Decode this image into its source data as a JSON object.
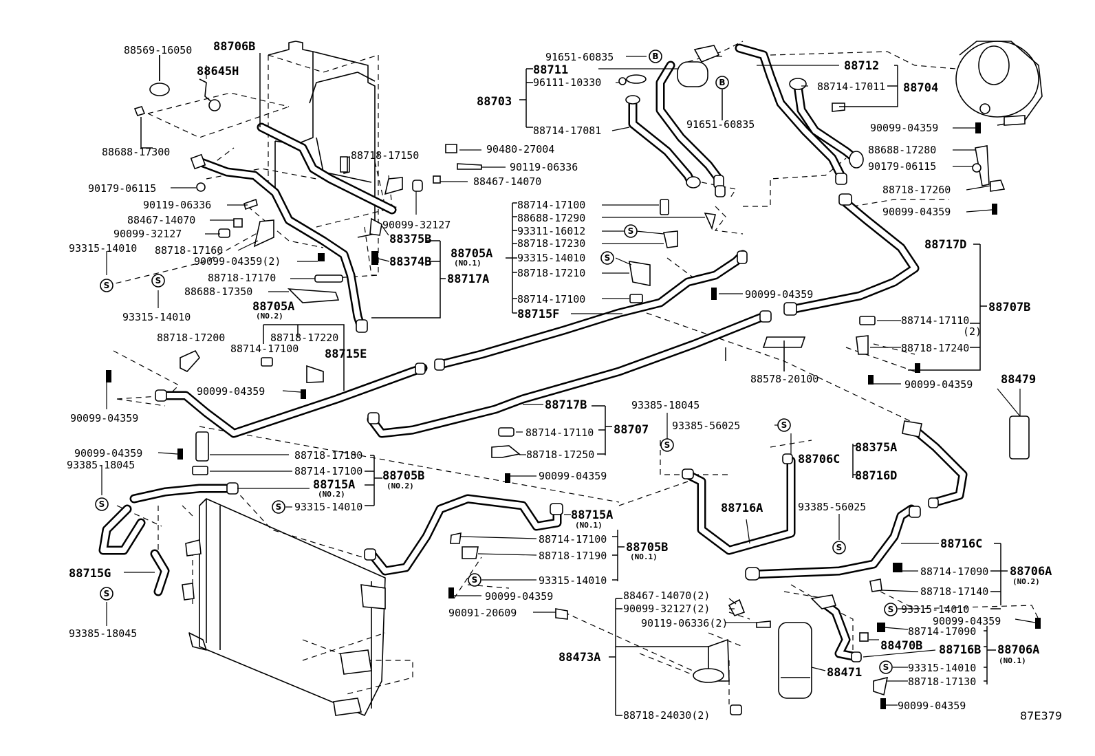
{
  "diagram_code": "87E379",
  "symbols": {
    "s": "S",
    "b": "B"
  },
  "labels": [
    {
      "id": "p88569_16050",
      "text": "88569-16050"
    },
    {
      "id": "p88706B",
      "text": "88706B"
    },
    {
      "id": "p88645H",
      "text": "88645H"
    },
    {
      "id": "p88688_17300",
      "text": "88688-17300"
    },
    {
      "id": "p90179_06115_l",
      "text": "90179-06115"
    },
    {
      "id": "p90119_06336_l",
      "text": "90119-06336"
    },
    {
      "id": "p88467_14070_l",
      "text": "88467-14070"
    },
    {
      "id": "p90099_32127_l",
      "text": "90099-32127"
    },
    {
      "id": "p93315_14010_a",
      "text": "93315-14010"
    },
    {
      "id": "p88718_17160",
      "text": "88718-17160"
    },
    {
      "id": "p90099_04359_2",
      "text": "90099-04359(2)"
    },
    {
      "id": "p88718_17170",
      "text": "88718-17170"
    },
    {
      "id": "p88688_17350",
      "text": "88688-17350"
    },
    {
      "id": "p93315_14010_b",
      "text": "93315-14010"
    },
    {
      "id": "p88705A_top",
      "text": "88705A"
    },
    {
      "id": "p88705A_top_no",
      "text": "(NO.2)"
    },
    {
      "id": "p88718_17200",
      "text": "88718-17200"
    },
    {
      "id": "p88718_17220",
      "text": "88718-17220"
    },
    {
      "id": "p88714_17100_a",
      "text": "88714-17100"
    },
    {
      "id": "p88715E",
      "text": "88715E"
    },
    {
      "id": "p90099_04359_a",
      "text": "90099-04359"
    },
    {
      "id": "p90099_04359_b",
      "text": "90099-04359"
    },
    {
      "id": "p88718_17150",
      "text": "88718-17150"
    },
    {
      "id": "p90480_27004",
      "text": "90480-27004"
    },
    {
      "id": "p90119_06336_m",
      "text": "90119-06336"
    },
    {
      "id": "p88467_14070_m",
      "text": "88467-14070"
    },
    {
      "id": "p90099_32127_m",
      "text": "90099-32127"
    },
    {
      "id": "p88375B",
      "text": "88375B"
    },
    {
      "id": "p88374B",
      "text": "88374B"
    },
    {
      "id": "p88705A_mid",
      "text": "88705A"
    },
    {
      "id": "p88705A_mid_no",
      "text": "(NO.1)"
    },
    {
      "id": "p88717A",
      "text": "88717A"
    },
    {
      "id": "p91651_60835_a",
      "text": "91651-60835"
    },
    {
      "id": "p88711",
      "text": "88711"
    },
    {
      "id": "p96111_10330",
      "text": "96111-10330"
    },
    {
      "id": "p88703",
      "text": "88703"
    },
    {
      "id": "p88714_17081",
      "text": "88714-17081"
    },
    {
      "id": "p91651_60835_b",
      "text": "91651-60835"
    },
    {
      "id": "p88712",
      "text": "88712"
    },
    {
      "id": "p88714_17011",
      "text": "88714-17011"
    },
    {
      "id": "p88704",
      "text": "88704"
    },
    {
      "id": "p90099_04359_r1",
      "text": "90099-04359"
    },
    {
      "id": "p88688_17280",
      "text": "88688-17280"
    },
    {
      "id": "p90179_06115_r",
      "text": "90179-06115"
    },
    {
      "id": "p88718_17260",
      "text": "88718-17260"
    },
    {
      "id": "p90099_04359_r2",
      "text": "90099-04359"
    },
    {
      "id": "p88714_17100_b",
      "text": "88714-17100"
    },
    {
      "id": "p88688_17290",
      "text": "88688-17290"
    },
    {
      "id": "p93311_16012",
      "text": "93311-16012"
    },
    {
      "id": "p88718_17230",
      "text": "88718-17230"
    },
    {
      "id": "p93315_14010_c",
      "text": "93315-14010"
    },
    {
      "id": "p88718_17210",
      "text": "88718-17210"
    },
    {
      "id": "p88714_17100_c",
      "text": "88714-17100"
    },
    {
      "id": "p88715F",
      "text": "88715F"
    },
    {
      "id": "p90099_04359_c",
      "text": "90099-04359"
    },
    {
      "id": "p88717D",
      "text": "88717D"
    },
    {
      "id": "p88707B",
      "text": "88707B"
    },
    {
      "id": "p88714_17110_r",
      "text": "88714-17110"
    },
    {
      "id": "p88714_17110_r_qty",
      "text": "(2)"
    },
    {
      "id": "p88718_17240",
      "text": "88718-17240"
    },
    {
      "id": "p90099_04359_r3",
      "text": "90099-04359"
    },
    {
      "id": "p88479",
      "text": "88479"
    },
    {
      "id": "p88578_20100",
      "text": "88578-20100"
    },
    {
      "id": "p88717B",
      "text": "88717B"
    },
    {
      "id": "p88714_17110_m",
      "text": "88714-17110"
    },
    {
      "id": "p88707",
      "text": "88707"
    },
    {
      "id": "p88718_17250",
      "text": "88718-17250"
    },
    {
      "id": "p90099_04359_d",
      "text": "90099-04359"
    },
    {
      "id": "p93385_18045_c",
      "text": "93385-18045"
    },
    {
      "id": "p93385_56025_a",
      "text": "93385-56025"
    },
    {
      "id": "p88706C",
      "text": "88706C"
    },
    {
      "id": "p88375A",
      "text": "88375A"
    },
    {
      "id": "p88716D",
      "text": "88716D"
    },
    {
      "id": "p88716A",
      "text": "88716A"
    },
    {
      "id": "p93385_56025_b",
      "text": "93385-56025"
    },
    {
      "id": "p88716C",
      "text": "88716C"
    },
    {
      "id": "p88714_17090_a",
      "text": "88714-17090"
    },
    {
      "id": "p88706A_no2",
      "text": "88706A"
    },
    {
      "id": "p88706A_no2_no",
      "text": "(NO.2)"
    },
    {
      "id": "p88718_17140",
      "text": "88718-17140"
    },
    {
      "id": "p93315_14010_r",
      "text": "93315-14010"
    },
    {
      "id": "p90099_04359_r4",
      "text": "90099-04359"
    },
    {
      "id": "p88714_17090_b",
      "text": "88714-17090"
    },
    {
      "id": "p88470B",
      "text": "88470B"
    },
    {
      "id": "p88716B",
      "text": "88716B"
    },
    {
      "id": "p88706A_no1",
      "text": "88706A"
    },
    {
      "id": "p88706A_no1_no",
      "text": "(NO.1)"
    },
    {
      "id": "p88471",
      "text": "88471"
    },
    {
      "id": "p93315_14010_r2",
      "text": "93315-14010"
    },
    {
      "id": "p88718_17130",
      "text": "88718-17130"
    },
    {
      "id": "p90099_04359_r5",
      "text": "90099-04359"
    },
    {
      "id": "p90099_04359_e",
      "text": "90099-04359"
    },
    {
      "id": "p93385_18045_a",
      "text": "93385-18045"
    },
    {
      "id": "p88718_17180",
      "text": "88718-17180"
    },
    {
      "id": "p88714_17100_d",
      "text": "88714-17100"
    },
    {
      "id": "p88705B_no2",
      "text": "88705B"
    },
    {
      "id": "p88705B_no2_no",
      "text": "(NO.2)"
    },
    {
      "id": "p88715A_no2",
      "text": "88715A"
    },
    {
      "id": "p88715A_no2_no",
      "text": "(NO.2)"
    },
    {
      "id": "p93315_14010_d",
      "text": "93315-14010"
    },
    {
      "id": "p88715A_no1",
      "text": "88715A"
    },
    {
      "id": "p88715A_no1_no",
      "text": "(NO.1)"
    },
    {
      "id": "p88714_17100_e",
      "text": "88714-17100"
    },
    {
      "id": "p88705B_no1",
      "text": "88705B"
    },
    {
      "id": "p88705B_no1_no",
      "text": "(NO.1)"
    },
    {
      "id": "p88718_17190",
      "text": "88718-17190"
    },
    {
      "id": "p93315_14010_e",
      "text": "93315-14010"
    },
    {
      "id": "p90099_04359_f",
      "text": "90099-04359"
    },
    {
      "id": "p90091_20609",
      "text": "90091-20609"
    },
    {
      "id": "p88715G",
      "text": "88715G"
    },
    {
      "id": "p93385_18045_b",
      "text": "93385-18045"
    },
    {
      "id": "p88467_14070_2",
      "text": "88467-14070(2)"
    },
    {
      "id": "p90099_32127_2",
      "text": "90099-32127(2)"
    },
    {
      "id": "p90119_06336_2",
      "text": "90119-06336(2)"
    },
    {
      "id": "p88473A",
      "text": "88473A"
    },
    {
      "id": "p88718_24030_2",
      "text": "88718-24030(2)"
    }
  ]
}
